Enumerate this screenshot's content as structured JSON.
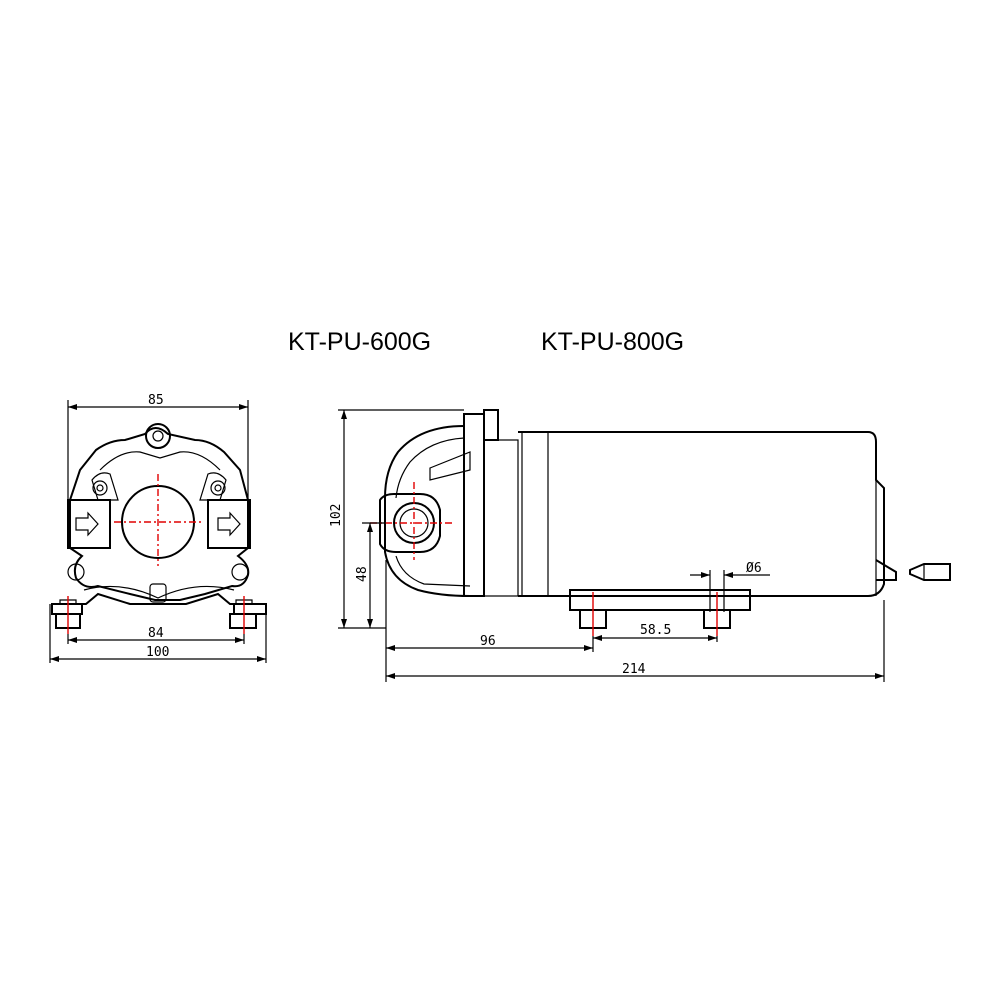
{
  "titles": {
    "model_a": "KT-PU-600G",
    "model_b": "KT-PU-800G"
  },
  "dimensions": {
    "front_width_top": "85",
    "front_mount_span": "84",
    "front_overall_width": "100",
    "side_height": "102",
    "side_axis_height": "48",
    "side_to_mount": "96",
    "side_mount_span": "58.5",
    "side_hole_dia": "Ø6",
    "side_overall_length": "214"
  },
  "colors": {
    "lines": "#000000",
    "centerlines": "#e00000",
    "background": "#ffffff"
  }
}
